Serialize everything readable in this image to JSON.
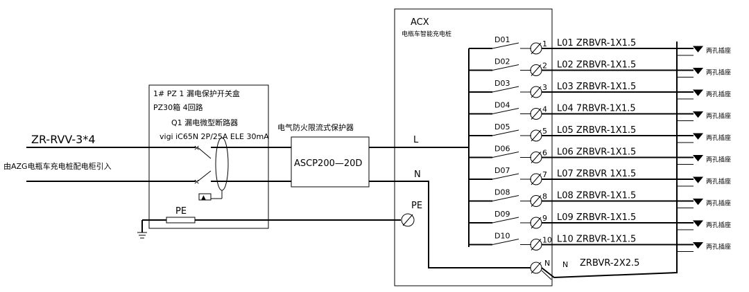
{
  "incoming": {
    "cable": "ZR-RVV-3*4",
    "source": "由AZG电瓶车充电桩配电柜引入"
  },
  "pz_box": {
    "title": "1# PZ 1 漏电保护开关盒",
    "subtitle": "PZ30箱 4回路",
    "breaker_name": "Q1 漏电微型断路器",
    "breaker_spec": "vigi iC65N 2P/25A ELE 30mA",
    "pe_label": "PE"
  },
  "protector": {
    "caption": "电气防火限流式保护器",
    "model": "ASCP200—20D"
  },
  "bus_labels": {
    "l": "L",
    "n": "N",
    "pe": "PE"
  },
  "cabinet": {
    "name": "ACX",
    "caption": "电瓶车智能充电桩"
  },
  "circuits": [
    {
      "breaker": "D01",
      "terminal": "1",
      "cable": "L01 ZRBVR-1X1.5",
      "load": "两孔插座"
    },
    {
      "breaker": "D02",
      "terminal": "2",
      "cable": "L02 ZRBVR-1X1.5",
      "load": "两孔插座"
    },
    {
      "breaker": "D03",
      "terminal": "3",
      "cable": "L03 ZRBVR-1X1.5",
      "load": "两孔插座"
    },
    {
      "breaker": "D04",
      "terminal": "4",
      "cable": "L04 7RBVR-1X1.5",
      "load": "两孔插座"
    },
    {
      "breaker": "D05",
      "terminal": "5",
      "cable": "L05 ZRBVR-1X1.5",
      "load": "两孔插座"
    },
    {
      "breaker": "D06",
      "terminal": "6",
      "cable": "L06 ZRBVR-1X1.5",
      "load": "两孔插座"
    },
    {
      "breaker": "D07",
      "terminal": "7",
      "cable": "L07 ZRBVR  1X1.5",
      "load": "两孔插座"
    },
    {
      "breaker": "D08",
      "terminal": "8",
      "cable": "L08 ZRBVR-1X1.5",
      "load": "两孔插座"
    },
    {
      "breaker": "D09",
      "terminal": "9",
      "cable": "L09 ZRBVR-1X1.5",
      "load": "两孔插座"
    },
    {
      "breaker": "D10",
      "terminal": "10",
      "cable": "L10 ZRBVR-1X1.5",
      "load": "两孔插座"
    }
  ],
  "neutral": {
    "terminal": "N",
    "label": "N",
    "cable": "ZRBVR-2X2.5"
  }
}
